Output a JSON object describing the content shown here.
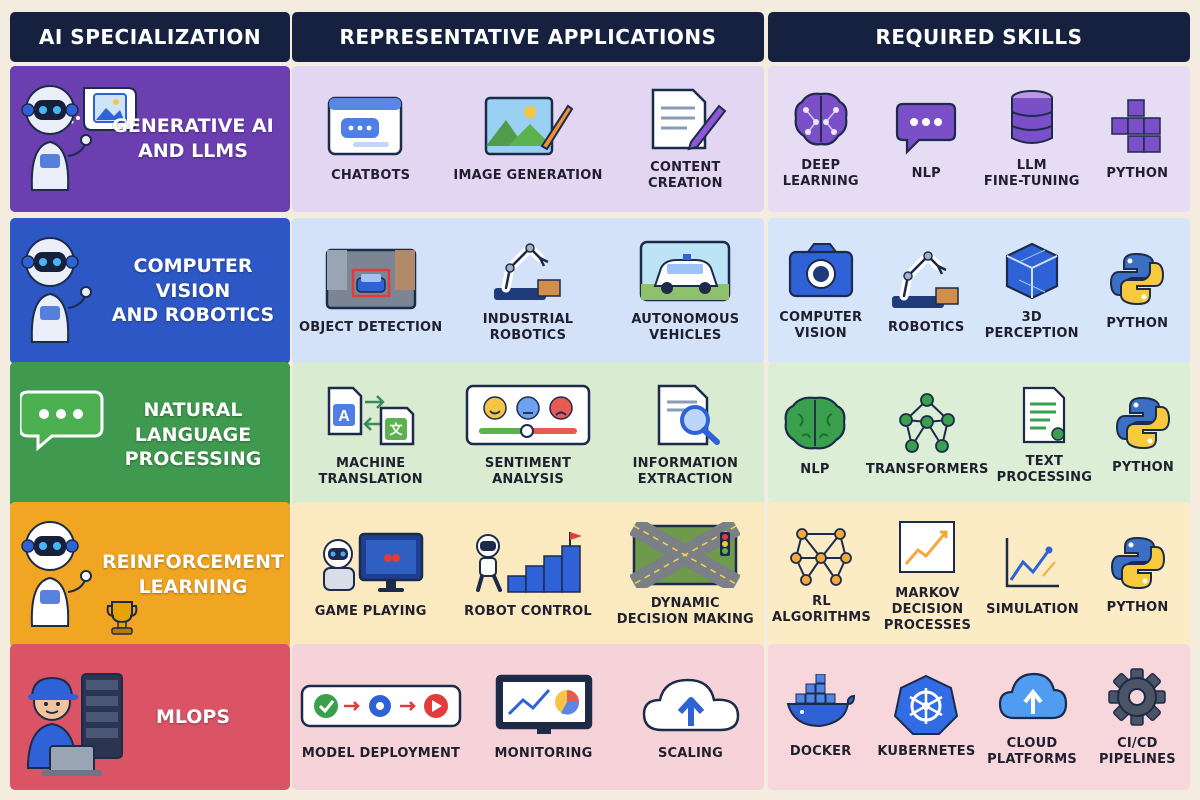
{
  "headers": {
    "specialization": "AI SPECIALIZATION",
    "applications": "REPRESENTATIVE APPLICATIONS",
    "skills": "REQUIRED SKILLS"
  },
  "colors": {
    "header_bg": "#15213f",
    "generative": "#6b3fb0",
    "vision": "#2d57c4",
    "nlp": "#3f9a4f",
    "rl": "#f0a623",
    "mlops": "#db5466"
  },
  "rows": [
    {
      "specialization": "Generative AI\nand LLMs",
      "applications": [
        "CHATBOTS",
        "IMAGE GENERATION",
        "CONTENT CREATION"
      ],
      "skills": [
        "DEEP LEARNING",
        "NLP",
        "LLM\nFINE-TUNING",
        "PYTHON"
      ]
    },
    {
      "specialization": "Computer Vision\nand Robotics",
      "applications": [
        "OBJECT DETECTION",
        "INDUSTRIAL ROBOTICS",
        "AUTONOMOUS VEHICLES"
      ],
      "skills": [
        "COMPUTER\nVISION",
        "ROBOTICS",
        "3D\nPERCEPTION",
        "PYTHON"
      ]
    },
    {
      "specialization": "Natural Language\nProcessing",
      "applications": [
        "MACHINE TRANSLATION",
        "SENTIMENT ANALYSIS",
        "INFORMATION EXTRACTION"
      ],
      "skills": [
        "NLP",
        "TRANSFORMERS",
        "TEXT\nPROCESSING",
        "PYTHON"
      ]
    },
    {
      "specialization": "Reinforcement\nLearning",
      "applications": [
        "GAME PLAYING",
        "ROBOT CONTROL",
        "DYNAMIC\nDECISION MAKING"
      ],
      "skills": [
        "RL ALGORITHMS",
        "MARKOV\nDECISION PROCESSES",
        "SIMULATION",
        "PYTHON"
      ]
    },
    {
      "specialization": "MLOps",
      "applications": [
        "MODEL DEPLOYMENT",
        "MONITORING",
        "SCALING"
      ],
      "skills": [
        "DOCKER",
        "KUBERNETES",
        "CLOUD\nPLATFORMS",
        "CI/CD\nPIPELINES"
      ]
    }
  ],
  "icons": {
    "applications": [
      [
        "chatbot-window-icon",
        "landscape-paint-icon",
        "document-pencil-icon"
      ],
      [
        "car-detection-icon",
        "robot-arm-icon",
        "self-driving-car-icon"
      ],
      [
        "translation-icon",
        "sentiment-faces-icon",
        "magnifier-document-icon"
      ],
      [
        "game-screen-icon",
        "robot-stairs-icon",
        "intersection-icon"
      ],
      [
        "pipeline-icon",
        "dashboard-chart-icon",
        "cloud-upload-icon"
      ]
    ],
    "skills": [
      [
        "brain-network-icon",
        "speech-bubble-icon",
        "database-icon",
        "python-cubes-icon"
      ],
      [
        "camera-icon",
        "robot-arm-icon",
        "3d-cube-icon",
        "python-icon"
      ],
      [
        "brain-icon",
        "network-nodes-icon",
        "text-document-icon",
        "python-icon"
      ],
      [
        "graph-nodes-icon",
        "trend-chart-icon",
        "line-chart-icon",
        "python-icon"
      ],
      [
        "docker-whale-icon",
        "kubernetes-wheel-icon",
        "cloud-icon",
        "gear-icon"
      ]
    ]
  }
}
